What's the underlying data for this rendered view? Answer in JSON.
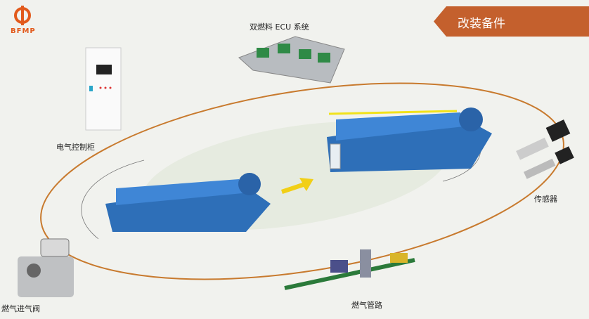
{
  "logo": {
    "text": "BFMP",
    "color": "#e25a1c"
  },
  "banner": {
    "title": "改装备件",
    "color": "#c4602d"
  },
  "components": {
    "ecu": "双燃料 ECU 系统",
    "cabinet": "电气控制柜",
    "sensor": "传感器",
    "valve": "燃气进气阀",
    "piping": "燃气管路"
  }
}
